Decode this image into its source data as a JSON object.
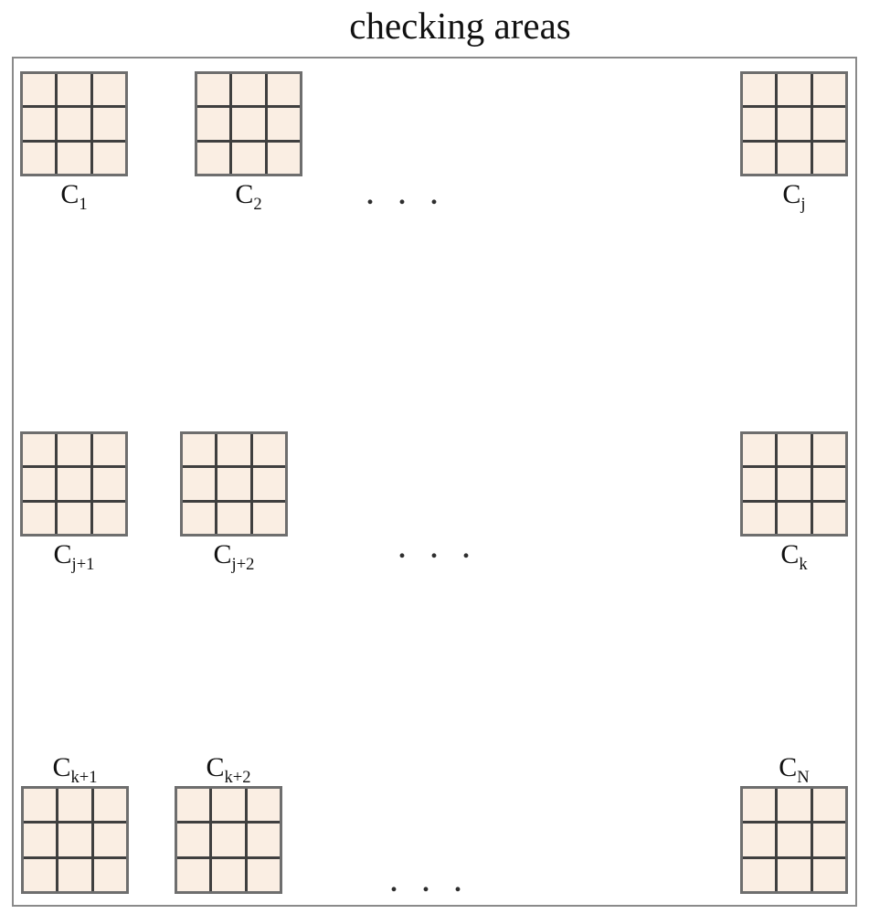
{
  "title": "checking areas",
  "grid": {
    "rows": 3,
    "cols": 3
  },
  "areas": {
    "c1": {
      "base": "C",
      "sub": "1"
    },
    "c2": {
      "base": "C",
      "sub": "2"
    },
    "cj": {
      "base": "C",
      "sub": "j"
    },
    "cj1": {
      "base": "C",
      "sub": "j+1"
    },
    "cj2": {
      "base": "C",
      "sub": "j+2"
    },
    "ck": {
      "base": "C",
      "sub": "k"
    },
    "ck1": {
      "base": "C",
      "sub": "k+1"
    },
    "ck2": {
      "base": "C",
      "sub": "k+2"
    },
    "cN": {
      "base": "C",
      "sub": "N"
    }
  },
  "ellipsis": ". . .",
  "colors": {
    "cell_fill": "#faeee3",
    "grid_line": "#3f3f3f",
    "grid_border": "#6e6e6e",
    "box_border": "#8a8a8a",
    "text": "#111111"
  }
}
